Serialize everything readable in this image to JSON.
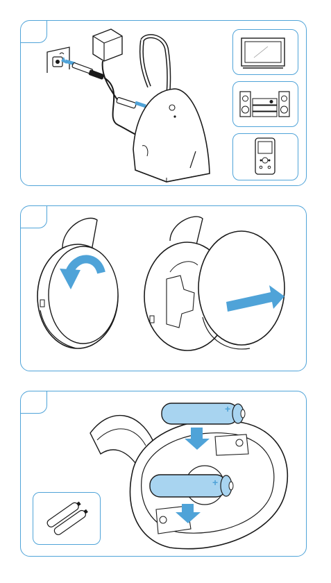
{
  "panels": [
    {
      "id": "connect",
      "step_label": ""
    },
    {
      "id": "open-earcup",
      "step_label": ""
    },
    {
      "id": "insert-batteries",
      "step_label": ""
    }
  ],
  "devices": [
    {
      "name": "tv-icon"
    },
    {
      "name": "stereo-icon"
    },
    {
      "name": "mp3-player-icon"
    }
  ],
  "colors": {
    "accent": "#4fa3d8",
    "line": "#1a1a1a",
    "battery": "#a8d4f0"
  },
  "footer": {
    "text": ""
  }
}
